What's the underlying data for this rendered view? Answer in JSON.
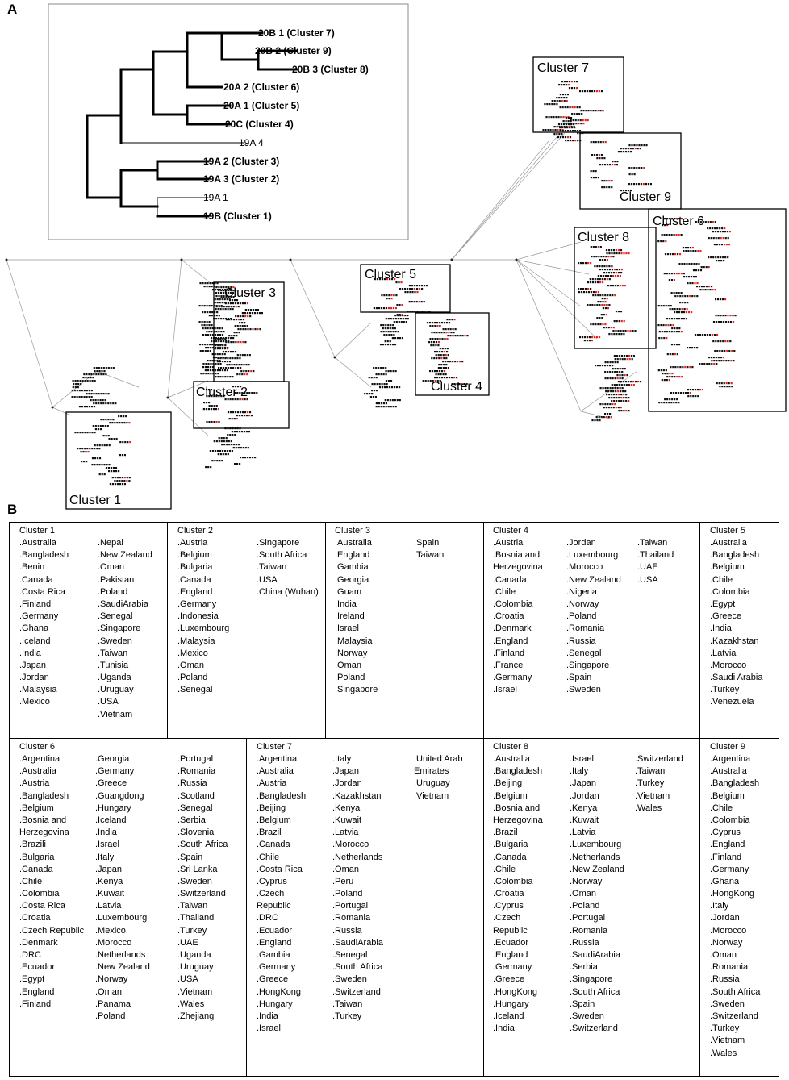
{
  "panel_a": {
    "label": "A",
    "dendrogram_labels": [
      {
        "text": "20B 1 (Cluster 7)",
        "bold": true
      },
      {
        "text": "20B 2 (Cluster 9)",
        "bold": true
      },
      {
        "text": "20B 3 (Cluster 8)",
        "bold": true
      },
      {
        "text": "20A 2 (Cluster 6)",
        "bold": true
      },
      {
        "text": "20A 1 (Cluster 5)",
        "bold": true
      },
      {
        "text": "20C (Cluster 4)",
        "bold": true
      },
      {
        "text": "19A 4",
        "bold": false
      },
      {
        "text": "19A 2 (Cluster 3)",
        "bold": true
      },
      {
        "text": "19A 3 (Cluster 2)",
        "bold": true
      },
      {
        "text": "19A 1",
        "bold": false
      },
      {
        "text": "19B (Cluster 1)",
        "bold": true
      }
    ],
    "clusters": [
      {
        "id": "c7",
        "label": "Cluster 7"
      },
      {
        "id": "c9",
        "label": "Cluster 9"
      },
      {
        "id": "c8",
        "label": "Cluster 8"
      },
      {
        "id": "c6",
        "label": "Cluster 6"
      },
      {
        "id": "c5",
        "label": "Cluster 5"
      },
      {
        "id": "c4",
        "label": "Cluster 4"
      },
      {
        "id": "c3",
        "label": "Cluster 3"
      },
      {
        "id": "c2",
        "label": "Cluster 2"
      },
      {
        "id": "c1",
        "label": "Cluster 1"
      }
    ],
    "colors": {
      "mutant": "#e8231f",
      "sequence": "#111111",
      "branch": "#9a9a9a"
    }
  },
  "panel_b": {
    "label": "B",
    "cells": [
      {
        "title": "Cluster 1",
        "columns": [
          [
            ".Australia",
            ".Bangladesh",
            ".Benin",
            ".Canada",
            ".Costa Rica",
            ".Finland",
            ".Germany",
            ".Ghana",
            ".Iceland",
            ".India",
            ".Japan",
            ".Jordan",
            ".Malaysia",
            ".Mexico"
          ],
          [
            ".Nepal",
            ".New Zealand",
            ".Oman",
            ".Pakistan",
            ".Poland",
            ".SaudiArabia",
            ".Senegal",
            ".Singapore",
            ".Sweden",
            ".Taiwan",
            ".Tunisia",
            ".Uganda",
            ".Uruguay",
            ".USA",
            ".Vietnam"
          ]
        ]
      },
      {
        "title": "Cluster 2",
        "columns": [
          [
            ".Austria",
            ".Belgium",
            ".Bulgaria",
            ".Canada",
            ".England",
            ".Germany",
            ".Indonesia",
            ".Luxembourg",
            ".Malaysia",
            ".Mexico",
            ".Oman",
            ".Poland",
            ".Senegal"
          ],
          [
            ".Singapore",
            ".South Africa",
            ".Taiwan",
            ".USA",
            ".China (Wuhan)"
          ]
        ]
      },
      {
        "title": "Cluster 3",
        "columns": [
          [
            ".Australia",
            ".England",
            ".Gambia",
            ".Georgia",
            ".Guam",
            ".India",
            ".Ireland",
            ".Israel",
            ".Malaysia",
            ".Norway",
            ".Oman",
            ".Poland",
            ".Singapore"
          ],
          [
            ".Spain",
            ".Taiwan"
          ]
        ]
      },
      {
        "title": "Cluster 4",
        "columns": [
          [
            ".Austria",
            ".Bosnia and",
            "Herzegovina",
            ".Canada",
            ".Chile",
            ".Colombia",
            ".Croatia",
            ".Denmark",
            ".England",
            ".Finland",
            ".France",
            ".Germany",
            ".Israel"
          ],
          [
            ".Jordan",
            ".Luxembourg",
            ".Morocco",
            ".New Zealand",
            ".Nigeria",
            ".Norway",
            ".Poland",
            ".Romania",
            ".Russia",
            ".Senegal",
            ".Singapore",
            ".Spain",
            ".Sweden"
          ],
          [
            ".Taiwan",
            ".Thailand",
            ".UAE",
            ".USA"
          ]
        ]
      },
      {
        "title": "Cluster 5",
        "columns": [
          [
            ".Australia",
            ".Bangladesh",
            ".Belgium",
            ".Chile",
            ".Colombia",
            ".Egypt",
            ".Greece",
            ".India",
            ".Kazakhstan",
            ".Latvia",
            ".Morocco",
            ".Saudi Arabia",
            ".Turkey",
            ".Venezuela"
          ]
        ]
      },
      {
        "title": "Cluster 6",
        "columns": [
          [
            ".Argentina",
            ".Australia",
            ".Austria",
            ".Bangladesh",
            ".Belgium",
            ".Bosnia and",
            "Herzegovina",
            ".Brazili",
            ".Bulgaria",
            ".Canada",
            ".Chile",
            ".Colombia",
            ".Costa Rica",
            ".Croatia",
            ".Czech Republic",
            ".Denmark",
            ".DRC",
            ".Ecuador",
            ".Egypt",
            ".England",
            ".Finland"
          ],
          [
            ".Georgia",
            ".Germany",
            ".Greece",
            ".Guangdong",
            ".Hungary",
            ".Iceland",
            ".India",
            ".Israel",
            ".Italy",
            ".Japan",
            ".Kenya",
            ".Kuwait",
            ".Latvia",
            ".Luxembourg",
            ".Mexico",
            ".Morocco",
            ".Netherlands",
            ".New Zealand",
            ".Norway",
            ".Oman",
            ".Panama",
            ".Poland"
          ],
          [
            ".Portugal",
            ".Romania",
            ".Russia",
            ".Scotland",
            ".Senegal",
            ".Serbia",
            ".Slovenia",
            ".South Africa",
            ".Spain",
            ".Sri Lanka",
            ".Sweden",
            ".Switzerland",
            ".Taiwan",
            ".Thailand",
            ".Turkey",
            ".UAE",
            ".Uganda",
            ".Uruguay",
            ".USA",
            ".Vietnam",
            ".Wales",
            ".Zhejiang"
          ]
        ]
      },
      {
        "title": "Cluster 7",
        "columns": [
          [
            ".Argentina",
            ".Australia",
            ".Austria",
            ".Bangladesh",
            ".Beijing",
            ".Belgium",
            ".Brazil",
            ".Canada",
            ".Chile",
            ".Costa Rica",
            ".Cyprus",
            ".Czech",
            "Republic",
            ".DRC",
            ".Ecuador",
            ".England",
            ".Gambia",
            ".Germany",
            ".Greece",
            ".HongKong",
            ".Hungary",
            ".India",
            ".Israel"
          ],
          [
            ".Italy",
            ".Japan",
            ".Jordan",
            ".Kazakhstan",
            ".Kenya",
            ".Kuwait",
            ".Latvia",
            ".Morocco",
            ".Netherlands",
            ".Oman",
            ".Peru",
            ".Poland",
            ".Portugal",
            ".Romania",
            ".Russia",
            ".SaudiArabia",
            ".Senegal",
            ".South Africa",
            ".Sweden",
            ".Switzerland",
            ".Taiwan",
            ".Turkey"
          ],
          [
            ".United Arab",
            "Emirates",
            ".Uruguay",
            ".Vietnam"
          ]
        ]
      },
      {
        "title": "Cluster 8",
        "columns": [
          [
            ".Australia",
            ".Bangladesh",
            ".Beijing",
            ".Belgium",
            ".Bosnia and",
            "Herzegovina",
            ".Brazil",
            ".Bulgaria",
            ".Canada",
            ".Chile",
            ".Colombia",
            ".Croatia",
            ".Cyprus",
            ".Czech",
            "Republic",
            ".Ecuador",
            ".England",
            ".Germany",
            ".Greece",
            ".HongKong",
            ".Hungary",
            ".Iceland",
            ".India"
          ],
          [
            ".Israel",
            ".Italy",
            ".Japan",
            ".Jordan",
            ".Kenya",
            ".Kuwait",
            ".Latvia",
            ".Luxembourg",
            ".Netherlands",
            ".New Zealand",
            ".Norway",
            ".Oman",
            ".Poland",
            ".Portugal",
            ".Romania",
            ".Russia",
            ".SaudiArabia",
            ".Serbia",
            ".Singapore",
            ".South Africa",
            ".Spain",
            ".Sweden",
            ".Switzerland"
          ],
          [
            ".Switzerland",
            ".Taiwan",
            ".Turkey",
            ".Vietnam",
            ".Wales"
          ]
        ]
      },
      {
        "title": "Cluster 9",
        "columns": [
          [
            ".Argentina",
            ".Australia",
            ".Bangladesh",
            ".Belgium",
            ".Chile",
            ".Colombia",
            ".Cyprus",
            ".England",
            ".Finland",
            ".Germany",
            ".Ghana",
            ".HongKong",
            ".Italy",
            ".Jordan",
            ".Morocco",
            ".Norway",
            ".Oman",
            ".Romania",
            ".Russia",
            ".South Africa",
            ".Sweden",
            ".Switzerland",
            ".Turkey",
            ".Vietnam",
            ".Wales"
          ]
        ]
      }
    ]
  }
}
